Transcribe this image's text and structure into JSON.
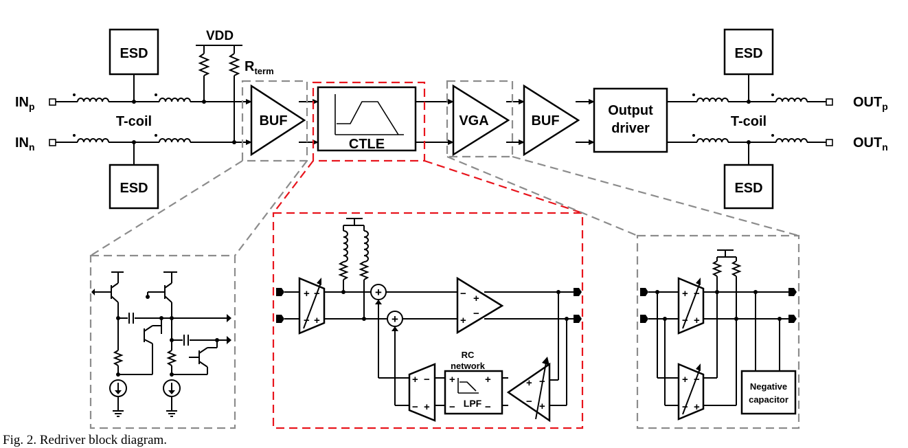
{
  "labels": {
    "esd": "ESD",
    "vdd": "VDD",
    "rterm_main": "R",
    "rterm_sub": "term",
    "in_p_main": "IN",
    "in_p_sub": "p",
    "in_n_main": "IN",
    "in_n_sub": "n",
    "out_p_main": "OUT",
    "out_p_sub": "p",
    "out_n_main": "OUT",
    "out_n_sub": "n",
    "tcoil": "T-coil",
    "buf": "BUF",
    "ctle": "CTLE",
    "vga": "VGA",
    "output_driver_line1": "Output",
    "output_driver_line2": "driver",
    "rc_network_line1": "RC",
    "rc_network_line2": "network",
    "lpf": "LPF",
    "negative_capacitor_line1": "Negative",
    "negative_capacitor_line2": "capacitor",
    "plus": "+",
    "minus": "−"
  },
  "caption": "Fig. 2. Redriver block diagram.",
  "colors": {
    "ctle_highlight": "#e8141c",
    "callout_dash": "#8c8c8c"
  }
}
